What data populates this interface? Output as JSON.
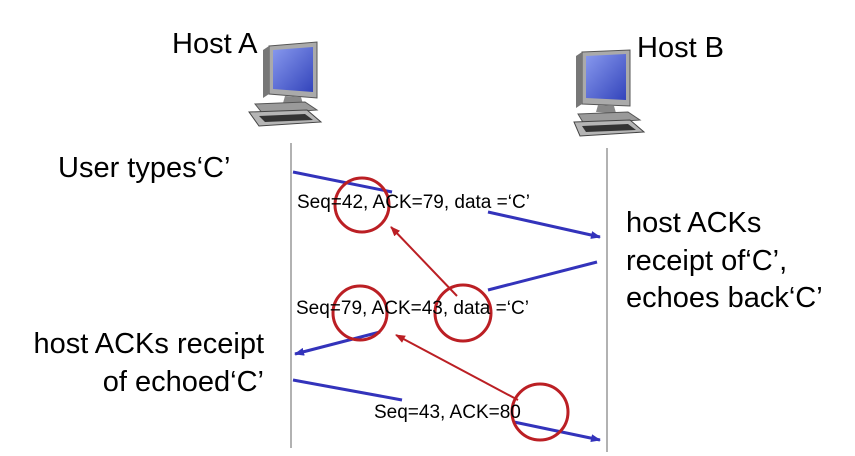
{
  "hosts": {
    "a": {
      "label": "Host A"
    },
    "b": {
      "label": "Host B"
    }
  },
  "annotations": {
    "user_types": "User types‘C’",
    "host_b_lines": [
      "host ACKs",
      "receipt of‘C’,",
      "echoes back‘C’"
    ],
    "host_a_lines": [
      "host ACKs receipt",
      "of echoed‘C’"
    ]
  },
  "messages": [
    {
      "text": "Seq=42, ACK=79, data =‘C’",
      "direction": "A to B"
    },
    {
      "text": "Seq=79, ACK=43, data =‘C’",
      "direction": "B to A"
    },
    {
      "text": "Seq=43, ACK=80",
      "direction": "A to B"
    }
  ],
  "colors": {
    "message_arrow": "#3333bb",
    "highlight": "#bb1f24",
    "timeline": "#999999",
    "monitor_screen": "#5566dd"
  },
  "icons": [
    "computer-icon-host-a",
    "computer-icon-host-b"
  ]
}
